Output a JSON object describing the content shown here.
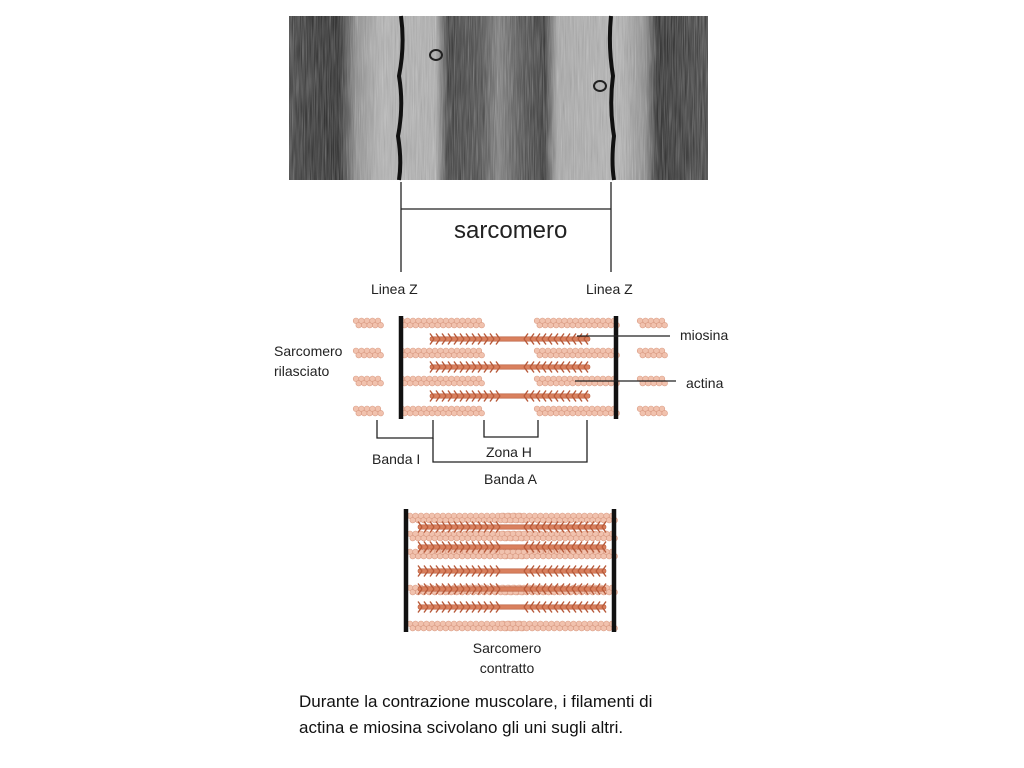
{
  "sarcomere_label": "sarcomero",
  "z_line_left": "Linea Z",
  "z_line_right": "Linea Z",
  "relaxed_label_1": "Sarcomero",
  "relaxed_label_2": "rilasciato",
  "myosin_label": "miosina",
  "actin_label": "actina",
  "h_zone_label": "Zona H",
  "i_band_label": "Banda I",
  "a_band_label": "Banda A",
  "contracted_label_1": "Sarcomero",
  "contracted_label_2": "contratto",
  "caption_line_1": "Durante la contrazione muscolare, i filamenti di",
  "caption_line_2": "actina e miosina scivolano gli uni sugli altri.",
  "colors": {
    "actin": "#f1c2ae",
    "actin_edge": "#d99a82",
    "myosin": "#d9805e",
    "myosin_edge": "#b85a3a",
    "z_line": "#111111"
  }
}
